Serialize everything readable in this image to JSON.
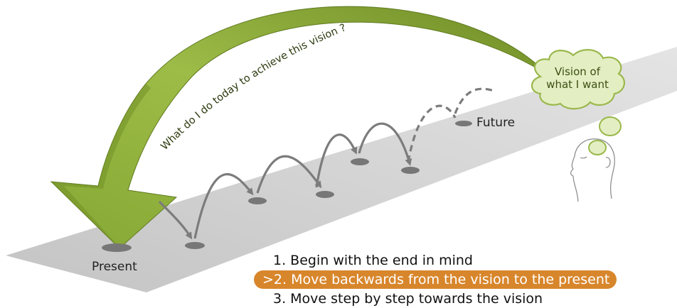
{
  "arrow_text": "What do I do today to achieve this vision ?",
  "labels": {
    "present": "Present",
    "future": "Future"
  },
  "vision_cloud": {
    "line1": "Vision of",
    "line2": "what I want"
  },
  "steps": [
    {
      "text": "1. Begin with the end in mind",
      "active": false
    },
    {
      "text": ">2. Move backwards from the vision to the present",
      "active": true
    },
    {
      "text": "3. Move step by step towards the vision",
      "active": false
    }
  ],
  "colors": {
    "arrow_green": "#8cac3a",
    "arrow_dark": "#5f7a1f",
    "road_gray": "#d0d0d0",
    "step_gray": "#7c7c7c",
    "highlight": "#d8862c",
    "cloud_fill": "#e4eec3",
    "cloud_border": "#9ab84c"
  }
}
